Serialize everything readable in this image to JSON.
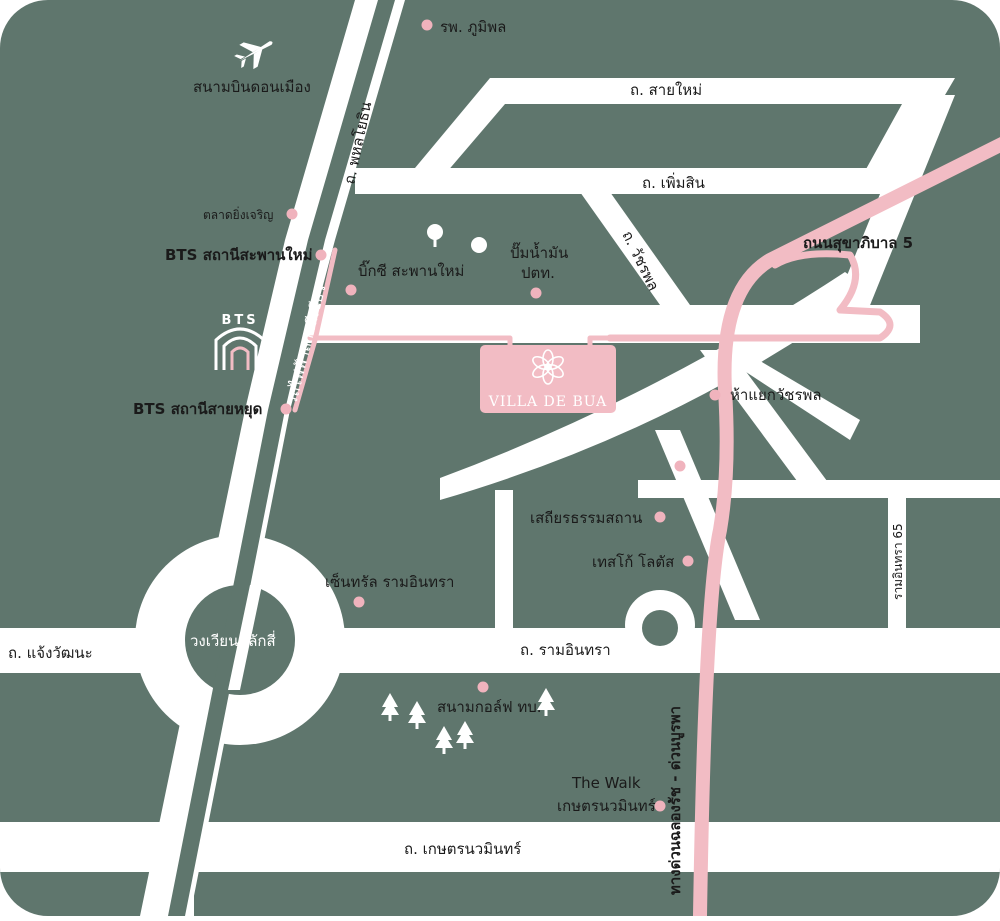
{
  "colors": {
    "background": "#5f766d",
    "road": "#ffffff",
    "accent_pink": "#f2bcc4",
    "poi_dot": "#f0b3bd",
    "text": "#1a1a1a"
  },
  "roads": {
    "sai_mai": "ถ. สายใหม่",
    "phoem_sin": "ถ. เพิ่มสิน",
    "phahonyothin": "ถ. พหลโยธิน",
    "watcharaphon": "ถ. วัชรพล",
    "sukhaphiban_5": "ถนนสุขาภิบาล 5",
    "chaeng_watthana": "ถ. แจ้งวัฒนะ",
    "ram_intra": "ถ. รามอินทรา",
    "kaset_nawamin": "ถ. เกษตรนวมินทร์",
    "ram_intra_65": "รามอินทรา 65",
    "expressway": "ทางด่วนฉลองรัช - ด่วนบูรพา"
  },
  "places": {
    "bhumibol_hospital": "รพ. ภูมิพล",
    "don_mueang_airport": "สนามบินดอนเมือง",
    "ying_charoen_market": "ตลาดยิ่งเจริญ",
    "bts_saphan_mai": "BTS สถานีสะพานใหม่",
    "big_c_saphan_mai": "บิ๊กซี สะพานใหม่",
    "ptt_station": "ปั๊มน้ำมัน\nปตท.",
    "bts_sai_yud": "BTS สถานีสายหยุด",
    "watcharaphon_intersection": "ห้าแยกวัชรพล",
    "sathian_dharma_sathan": "เสถียรธรรมสถาน",
    "tesco_lotus": "เทสโก้ โลตัส",
    "central_ram_intra": "เซ็นทรัล รามอินทรา",
    "lak_si_circle": "วงเวียนหลักสี่",
    "army_golf_course": "สนามกอล์ฟ ทบ.",
    "the_walk_line1": "The Walk",
    "the_walk_line2": "เกษตรนวมินทร์"
  },
  "bts": {
    "logo_text": "BTS",
    "green_line_label": "รถไฟฟ้าสายสีเขียว"
  },
  "venue": {
    "name": "VILLA DE BUA"
  },
  "icons": {
    "airport": "airplane-icon",
    "trees": "tree-icon",
    "venue": "lotus-icon",
    "bts": "bts-logo-icon"
  }
}
